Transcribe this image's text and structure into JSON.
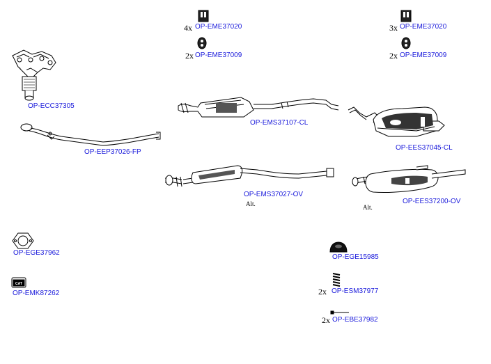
{
  "parts": {
    "bracket_a": {
      "code": "OP-EME37020",
      "qty": "4x",
      "icon": "rubber-bracket-icon"
    },
    "bracket_b": {
      "code": "OP-EME37020",
      "qty": "3x",
      "icon": "rubber-bracket-icon"
    },
    "ring_a": {
      "code": "OP-EME37009",
      "qty": "2x",
      "icon": "rubber-ring-icon"
    },
    "ring_b": {
      "code": "OP-EME37009",
      "qty": "2x",
      "icon": "rubber-ring-icon"
    },
    "catalyst": {
      "code": "OP-ECC37305",
      "icon": "catalytic-manifold-icon"
    },
    "front_pipe": {
      "code": "OP-EEP37026-FP",
      "icon": "front-pipe-icon"
    },
    "middle_silencer_cl": {
      "code": "OP-EMS37107-CL",
      "icon": "middle-silencer-icon"
    },
    "rear_silencer_cl": {
      "code": "OP-EES37045-CL",
      "icon": "rear-silencer-icon"
    },
    "middle_silencer_ov": {
      "code": "OP-EMS37027-OV",
      "alt": "Alt.",
      "icon": "middle-silencer-alt-icon"
    },
    "rear_silencer_ov": {
      "code": "OP-EES37200-OV",
      "alt": "Alt.",
      "icon": "rear-silencer-alt-icon"
    },
    "gasket": {
      "code": "OP-EGE37962",
      "icon": "flange-gasket-icon"
    },
    "mounting_kit": {
      "code": "OP-EMK87262",
      "icon": "cat-mounting-kit-icon"
    },
    "gasket_ring": {
      "code": "OP-EGE15985",
      "icon": "gasket-ring-icon"
    },
    "spring": {
      "code": "OP-ESM37977",
      "qty": "2x",
      "icon": "spring-icon"
    },
    "bolt": {
      "code": "OP-EBE37982",
      "qty": "2x",
      "icon": "bolt-icon"
    }
  }
}
